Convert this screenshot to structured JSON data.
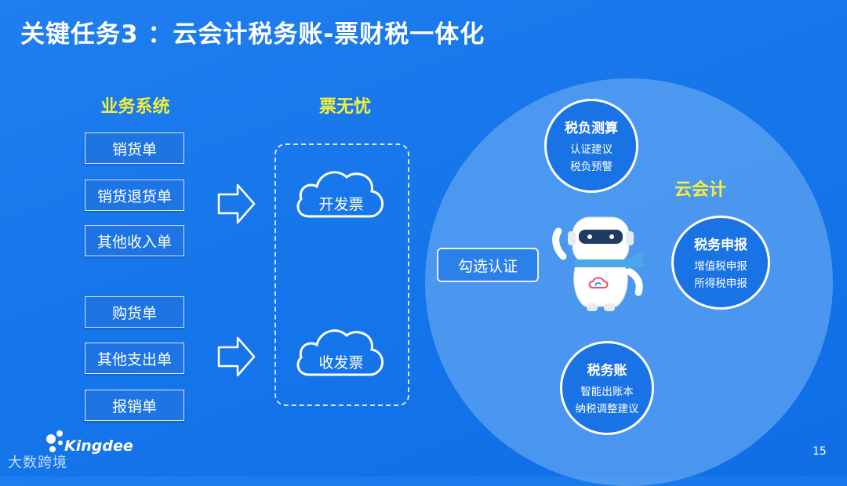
{
  "title": "关键任务3 ：云会计税务账-票财税一体化",
  "business": {
    "heading": "业务系统",
    "sales_docs": [
      "销货单",
      "销货退货单",
      "其他收入单"
    ],
    "purchase_docs": [
      "购货单",
      "其他支出单",
      "报销单"
    ]
  },
  "ticket": {
    "heading": "票无忧",
    "issue_label": "开发票",
    "receive_label": "收发票"
  },
  "verify_label": "勾选认证",
  "cloud_accounting": {
    "heading": "云会计",
    "circles": [
      {
        "title": "税负测算",
        "lines": [
          "认证建议",
          "税负预警"
        ]
      },
      {
        "title": "税务申报",
        "lines": [
          "增值税申报",
          "所得税申报"
        ]
      },
      {
        "title": "税务账",
        "lines": [
          "智能出账本",
          "纳税调整建议"
        ]
      }
    ]
  },
  "brand": {
    "logo_text": "Kingdee",
    "watermark": "大数跨境"
  },
  "page_number": "15",
  "colors": {
    "background": "#1676ea",
    "heading_yellow": "#f5ef3a",
    "circle_fill": "#1a73e4"
  }
}
